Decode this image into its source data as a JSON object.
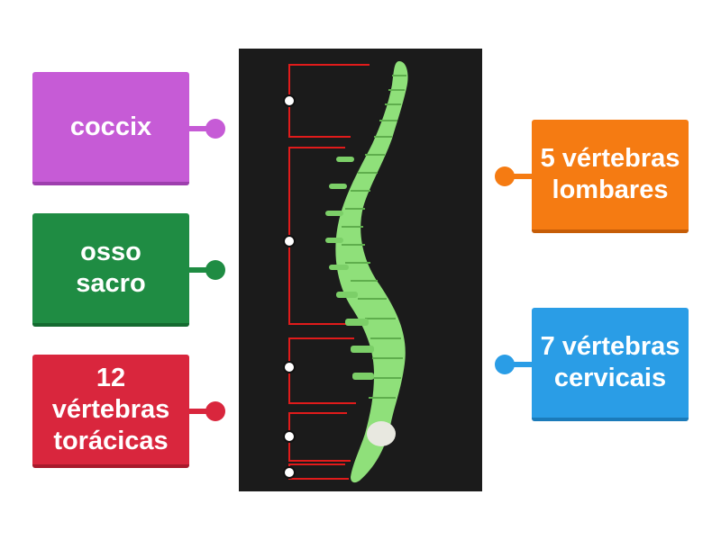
{
  "colors": {
    "purple": "#c65bd6",
    "green": "#1f8c43",
    "red": "#d9263d",
    "orange": "#f57b12",
    "blue": "#2a9de6",
    "board": "#1b1b1b",
    "bracket": "#e11b1b",
    "spine": "#8fe07a"
  },
  "cards": [
    {
      "id": "coccix",
      "label": "coccix",
      "color": "purple"
    },
    {
      "id": "osso-sacro",
      "label": "osso sacro",
      "color": "green"
    },
    {
      "id": "toracicas",
      "label": "12 vértebras torácicas",
      "color": "red"
    },
    {
      "id": "lombares",
      "label": "5 vértebras lombares",
      "color": "orange"
    },
    {
      "id": "cervicais",
      "label": "7 vértebras cervicais",
      "color": "blue"
    }
  ],
  "diagram": {
    "image": "spine-side-view",
    "regions": [
      "cervical",
      "thoracic",
      "lumbar",
      "sacrum",
      "coccyx"
    ]
  }
}
